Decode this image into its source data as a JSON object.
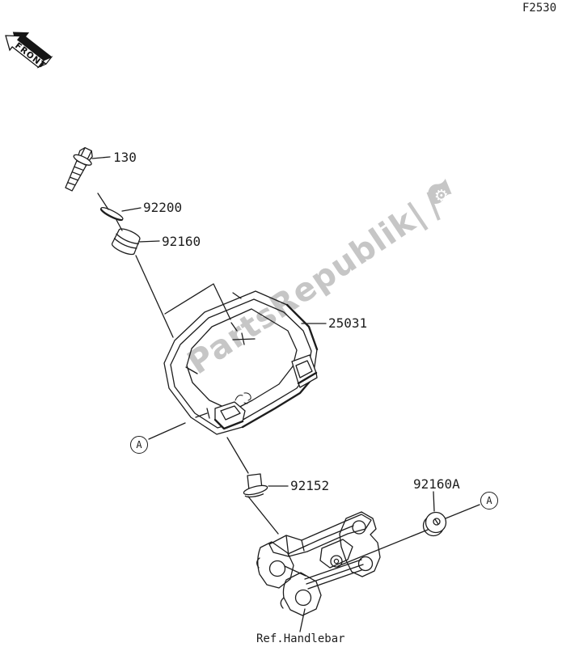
{
  "figure": {
    "code": "F2530"
  },
  "orientation": {
    "front_label": "FRONT"
  },
  "watermark": {
    "text": "PartsRepublik",
    "separator": "|",
    "gear_glyph": "⚙"
  },
  "parts": {
    "p130": {
      "number": "130"
    },
    "p92200": {
      "number": "92200"
    },
    "p92160": {
      "number": "92160"
    },
    "p25031": {
      "number": "25031"
    },
    "p92152": {
      "number": "92152"
    },
    "p92160a": {
      "number": "92160A"
    }
  },
  "references": {
    "handlebar": "Ref.Handlebar"
  },
  "callouts": {
    "view_a": "A"
  },
  "colors": {
    "line": "#1d1d1d",
    "watermark": "#c6c6c6",
    "background": "#ffffff"
  }
}
